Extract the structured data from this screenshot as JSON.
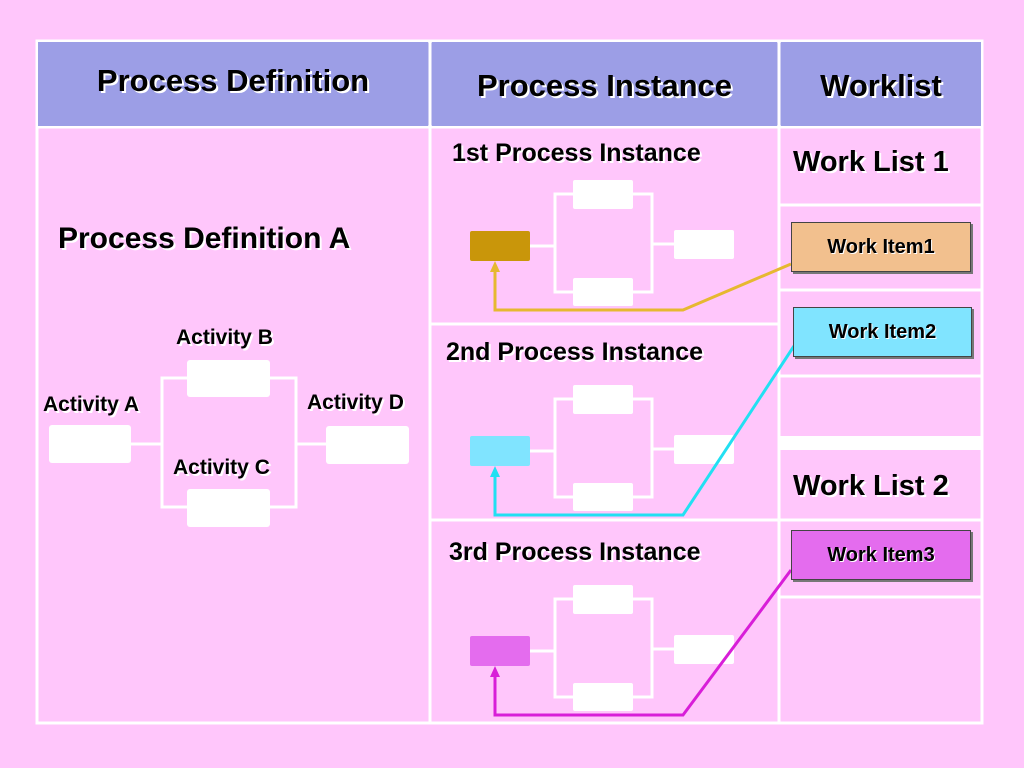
{
  "headers": {
    "definition": "Process Definition",
    "instance": "Process Instance",
    "worklist": "Worklist"
  },
  "definition": {
    "title": "Process Definition A",
    "activities": {
      "a": "Activity A",
      "b": "Activity B",
      "c": "Activity C",
      "d": "Activity D"
    }
  },
  "instances": [
    {
      "label": "1st Process Instance",
      "active_color": "#c9960a",
      "link_color": "#e6b830"
    },
    {
      "label": "2nd Process Instance",
      "active_color": "#80e4ff",
      "link_color": "#22e0f2"
    },
    {
      "label": "3rd Process Instance",
      "active_color": "#e46cee",
      "link_color": "#d81ed8"
    }
  ],
  "worklists": [
    {
      "title": "Work List 1"
    },
    {
      "title": "Work List 2"
    }
  ],
  "work_items": [
    {
      "label": "Work Item1",
      "color": "#f2c08e"
    },
    {
      "label": "Work Item2",
      "color": "#80e4ff"
    },
    {
      "label": "Work Item3",
      "color": "#e46cee"
    }
  ],
  "colors": {
    "background": "#ffc6fb",
    "header": "#9c9ee6",
    "grid_line": "#ffffff",
    "activity_box": "#ffffff"
  }
}
